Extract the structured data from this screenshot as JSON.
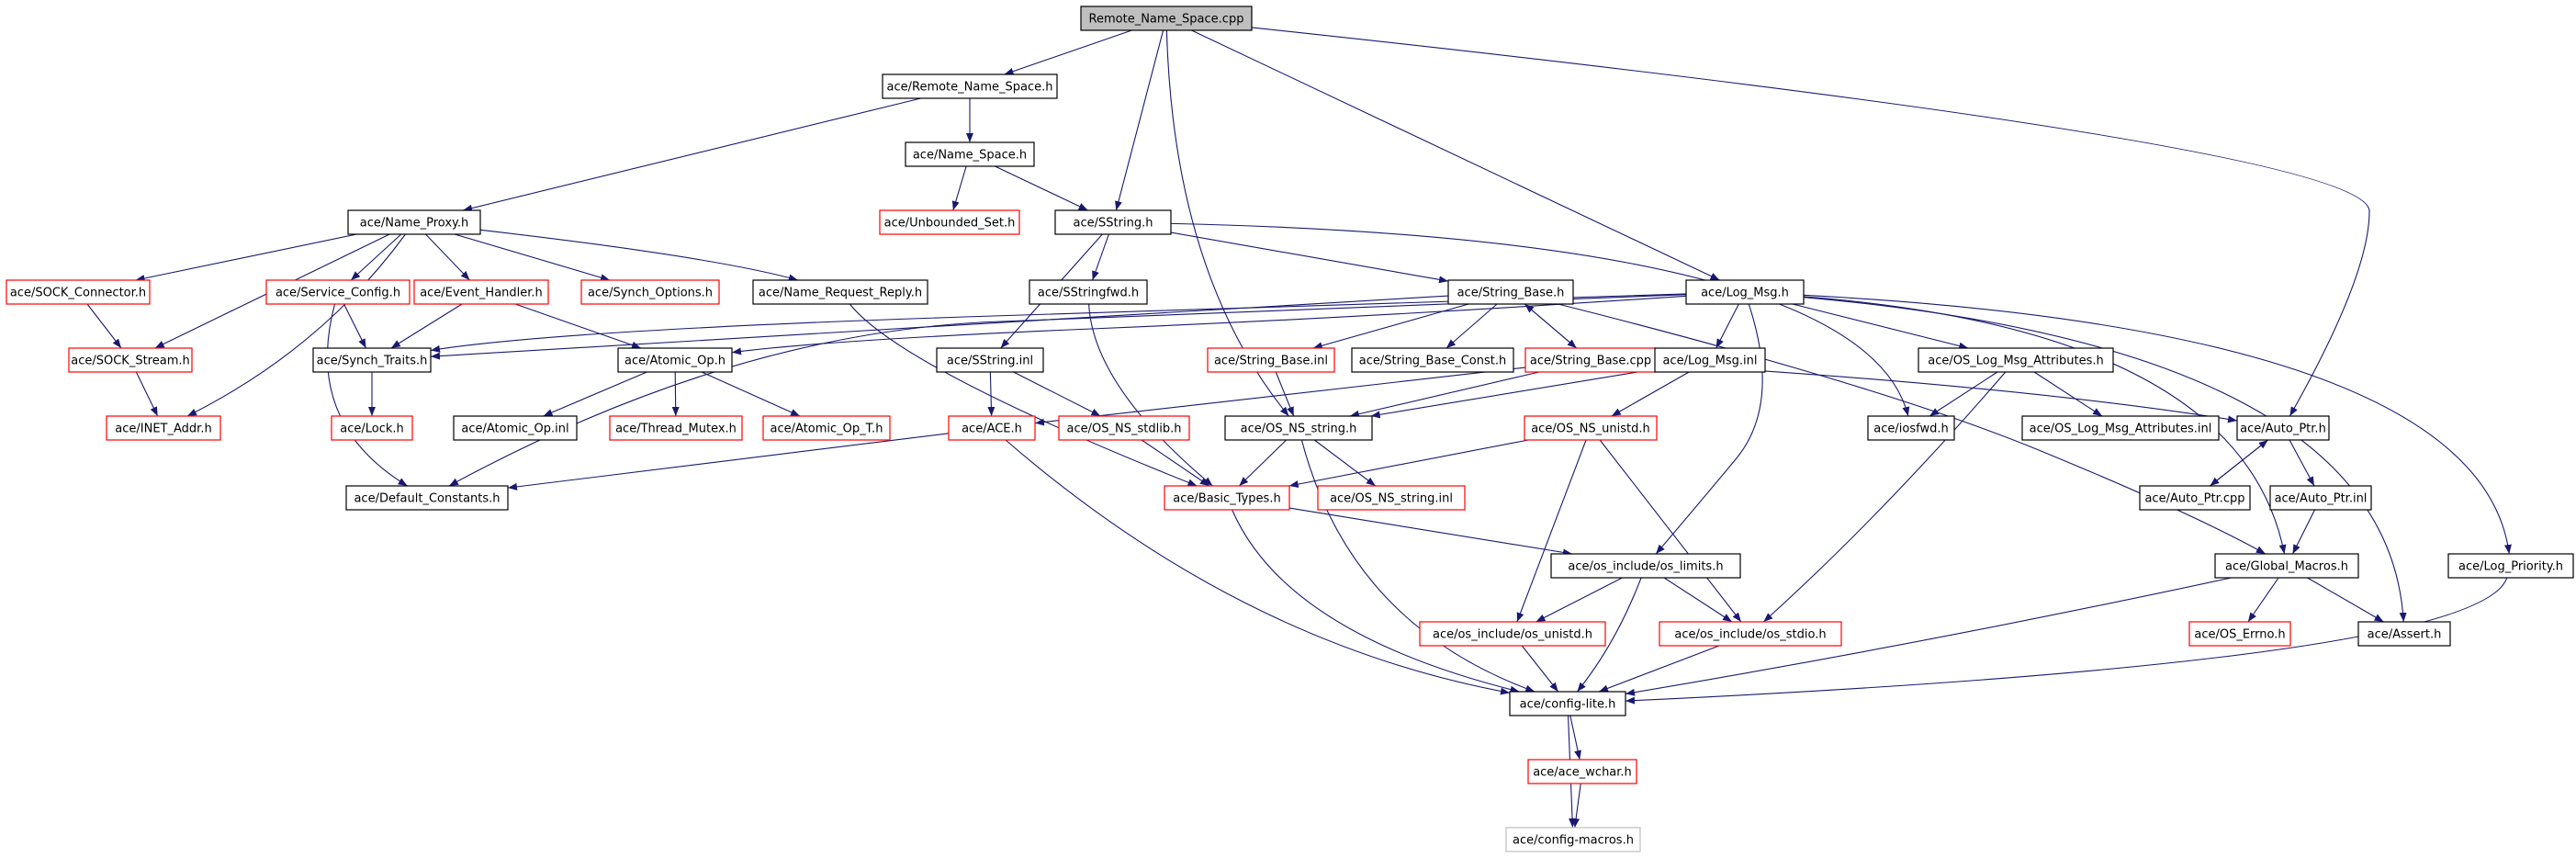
{
  "colors": {
    "edge": "#191970",
    "node_black_border": "#000000",
    "node_red_border": "#ff0000",
    "node_gray_border": "#bfbfbf",
    "root_fill": "#bfbfbf",
    "text": "#000000"
  },
  "nodes": [
    {
      "id": "n0",
      "label": "Remote_Name_Space.cpp",
      "style": "root"
    },
    {
      "id": "n1",
      "label": "ace/Remote_Name_Space.h",
      "style": "black"
    },
    {
      "id": "n2",
      "label": "ace/Name_Space.h",
      "style": "black"
    },
    {
      "id": "n3",
      "label": "ace/Unbounded_Set.h",
      "style": "red"
    },
    {
      "id": "n4",
      "label": "ace/SString.h",
      "style": "black"
    },
    {
      "id": "n5",
      "label": "ace/Name_Proxy.h",
      "style": "black"
    },
    {
      "id": "n6",
      "label": "ace/SOCK_Connector.h",
      "style": "red"
    },
    {
      "id": "n7",
      "label": "ace/Service_Config.h",
      "style": "red"
    },
    {
      "id": "n8",
      "label": "ace/Event_Handler.h",
      "style": "red"
    },
    {
      "id": "n9",
      "label": "ace/Synch_Options.h",
      "style": "red"
    },
    {
      "id": "n10",
      "label": "ace/Name_Request_Reply.h",
      "style": "black"
    },
    {
      "id": "n11",
      "label": "ace/SStringfwd.h",
      "style": "black"
    },
    {
      "id": "n12",
      "label": "ace/String_Base.h",
      "style": "black"
    },
    {
      "id": "n13",
      "label": "ace/Log_Msg.h",
      "style": "black"
    },
    {
      "id": "n14",
      "label": "ace/SOCK_Stream.h",
      "style": "red"
    },
    {
      "id": "n15",
      "label": "ace/Synch_Traits.h",
      "style": "black"
    },
    {
      "id": "n16",
      "label": "ace/Atomic_Op.h",
      "style": "black"
    },
    {
      "id": "n17",
      "label": "ace/SString.inl",
      "style": "black"
    },
    {
      "id": "n18",
      "label": "ace/String_Base.inl",
      "style": "red"
    },
    {
      "id": "n19",
      "label": "ace/String_Base_Const.h",
      "style": "black"
    },
    {
      "id": "n20",
      "label": "ace/String_Base.cpp",
      "style": "red"
    },
    {
      "id": "n21",
      "label": "ace/Log_Msg.inl",
      "style": "black"
    },
    {
      "id": "n22",
      "label": "ace/OS_Log_Msg_Attributes.h",
      "style": "black"
    },
    {
      "id": "n23",
      "label": "ace/INET_Addr.h",
      "style": "red"
    },
    {
      "id": "n24",
      "label": "ace/Lock.h",
      "style": "red"
    },
    {
      "id": "n25",
      "label": "ace/Atomic_Op.inl",
      "style": "black"
    },
    {
      "id": "n26",
      "label": "ace/Thread_Mutex.h",
      "style": "red"
    },
    {
      "id": "n27",
      "label": "ace/Atomic_Op_T.h",
      "style": "red"
    },
    {
      "id": "n28",
      "label": "ace/ACE.h",
      "style": "red"
    },
    {
      "id": "n29",
      "label": "ace/OS_NS_stdlib.h",
      "style": "red"
    },
    {
      "id": "n30",
      "label": "ace/OS_NS_string.h",
      "style": "black"
    },
    {
      "id": "n31",
      "label": "ace/OS_NS_unistd.h",
      "style": "red"
    },
    {
      "id": "n32",
      "label": "ace/iosfwd.h",
      "style": "black"
    },
    {
      "id": "n33",
      "label": "ace/OS_Log_Msg_Attributes.inl",
      "style": "black"
    },
    {
      "id": "n34",
      "label": "ace/Auto_Ptr.h",
      "style": "black"
    },
    {
      "id": "n35",
      "label": "ace/Default_Constants.h",
      "style": "black"
    },
    {
      "id": "n36",
      "label": "ace/Basic_Types.h",
      "style": "red"
    },
    {
      "id": "n37",
      "label": "ace/OS_NS_string.inl",
      "style": "red"
    },
    {
      "id": "n38",
      "label": "ace/Auto_Ptr.cpp",
      "style": "black"
    },
    {
      "id": "n39",
      "label": "ace/Auto_Ptr.inl",
      "style": "black"
    },
    {
      "id": "n40",
      "label": "ace/os_include/os_limits.h",
      "style": "black"
    },
    {
      "id": "n41",
      "label": "ace/Global_Macros.h",
      "style": "black"
    },
    {
      "id": "n42",
      "label": "ace/Log_Priority.h",
      "style": "black"
    },
    {
      "id": "n43",
      "label": "ace/os_include/os_unistd.h",
      "style": "red"
    },
    {
      "id": "n44",
      "label": "ace/os_include/os_stdio.h",
      "style": "red"
    },
    {
      "id": "n45",
      "label": "ace/OS_Errno.h",
      "style": "red"
    },
    {
      "id": "n46",
      "label": "ace/Assert.h",
      "style": "black"
    },
    {
      "id": "n47",
      "label": "ace/config-lite.h",
      "style": "black"
    },
    {
      "id": "n48",
      "label": "ace/ace_wchar.h",
      "style": "red"
    },
    {
      "id": "n49",
      "label": "ace/config-macros.h",
      "style": "gray"
    }
  ],
  "edges": [
    [
      "n0",
      "n1"
    ],
    [
      "n0",
      "n4"
    ],
    [
      "n0",
      "n30"
    ],
    [
      "n0",
      "n13"
    ],
    [
      "n0",
      "n34"
    ],
    [
      "n1",
      "n2"
    ],
    [
      "n1",
      "n5"
    ],
    [
      "n2",
      "n3"
    ],
    [
      "n2",
      "n4"
    ],
    [
      "n4",
      "n17"
    ],
    [
      "n4",
      "n11"
    ],
    [
      "n4",
      "n12"
    ],
    [
      "n4",
      "n32"
    ],
    [
      "n5",
      "n6"
    ],
    [
      "n5",
      "n14"
    ],
    [
      "n5",
      "n23"
    ],
    [
      "n5",
      "n7"
    ],
    [
      "n5",
      "n8"
    ],
    [
      "n5",
      "n9"
    ],
    [
      "n5",
      "n10"
    ],
    [
      "n6",
      "n14"
    ],
    [
      "n14",
      "n23"
    ],
    [
      "n7",
      "n15"
    ],
    [
      "n7",
      "n35"
    ],
    [
      "n8",
      "n15"
    ],
    [
      "n8",
      "n16"
    ],
    [
      "n10",
      "n36"
    ],
    [
      "n11",
      "n36"
    ],
    [
      "n12",
      "n18"
    ],
    [
      "n12",
      "n19"
    ],
    [
      "n12",
      "n20"
    ],
    [
      "n12",
      "n15"
    ],
    [
      "n12",
      "n41"
    ],
    [
      "n13",
      "n15"
    ],
    [
      "n13",
      "n16"
    ],
    [
      "n13",
      "n35"
    ],
    [
      "n13",
      "n21"
    ],
    [
      "n13",
      "n22"
    ],
    [
      "n13",
      "n40"
    ],
    [
      "n13",
      "n41"
    ],
    [
      "n13",
      "n46"
    ],
    [
      "n13",
      "n42"
    ],
    [
      "n15",
      "n24"
    ],
    [
      "n16",
      "n25"
    ],
    [
      "n16",
      "n26"
    ],
    [
      "n16",
      "n27"
    ],
    [
      "n17",
      "n28"
    ],
    [
      "n17",
      "n29"
    ],
    [
      "n18",
      "n30"
    ],
    [
      "n20",
      "n12"
    ],
    [
      "n20",
      "n28"
    ],
    [
      "n20",
      "n30"
    ],
    [
      "n20",
      "n34"
    ],
    [
      "n21",
      "n30"
    ],
    [
      "n21",
      "n31"
    ],
    [
      "n22",
      "n32"
    ],
    [
      "n22",
      "n33"
    ],
    [
      "n22",
      "n44"
    ],
    [
      "n28",
      "n35"
    ],
    [
      "n28",
      "n47"
    ],
    [
      "n29",
      "n36"
    ],
    [
      "n30",
      "n37"
    ],
    [
      "n30",
      "n36"
    ],
    [
      "n30",
      "n47"
    ],
    [
      "n31",
      "n36"
    ],
    [
      "n31",
      "n43"
    ],
    [
      "n31",
      "n44"
    ],
    [
      "n34",
      "n38"
    ],
    [
      "n34",
      "n39"
    ],
    [
      "n38",
      "n34"
    ],
    [
      "n39",
      "n41"
    ],
    [
      "n36",
      "n40"
    ],
    [
      "n36",
      "n47"
    ],
    [
      "n40",
      "n43"
    ],
    [
      "n40",
      "n44"
    ],
    [
      "n40",
      "n47"
    ],
    [
      "n41",
      "n45"
    ],
    [
      "n41",
      "n46"
    ],
    [
      "n41",
      "n47"
    ],
    [
      "n42",
      "n47"
    ],
    [
      "n43",
      "n47"
    ],
    [
      "n44",
      "n47"
    ],
    [
      "n47",
      "n48"
    ],
    [
      "n47",
      "n49"
    ],
    [
      "n48",
      "n49"
    ]
  ]
}
